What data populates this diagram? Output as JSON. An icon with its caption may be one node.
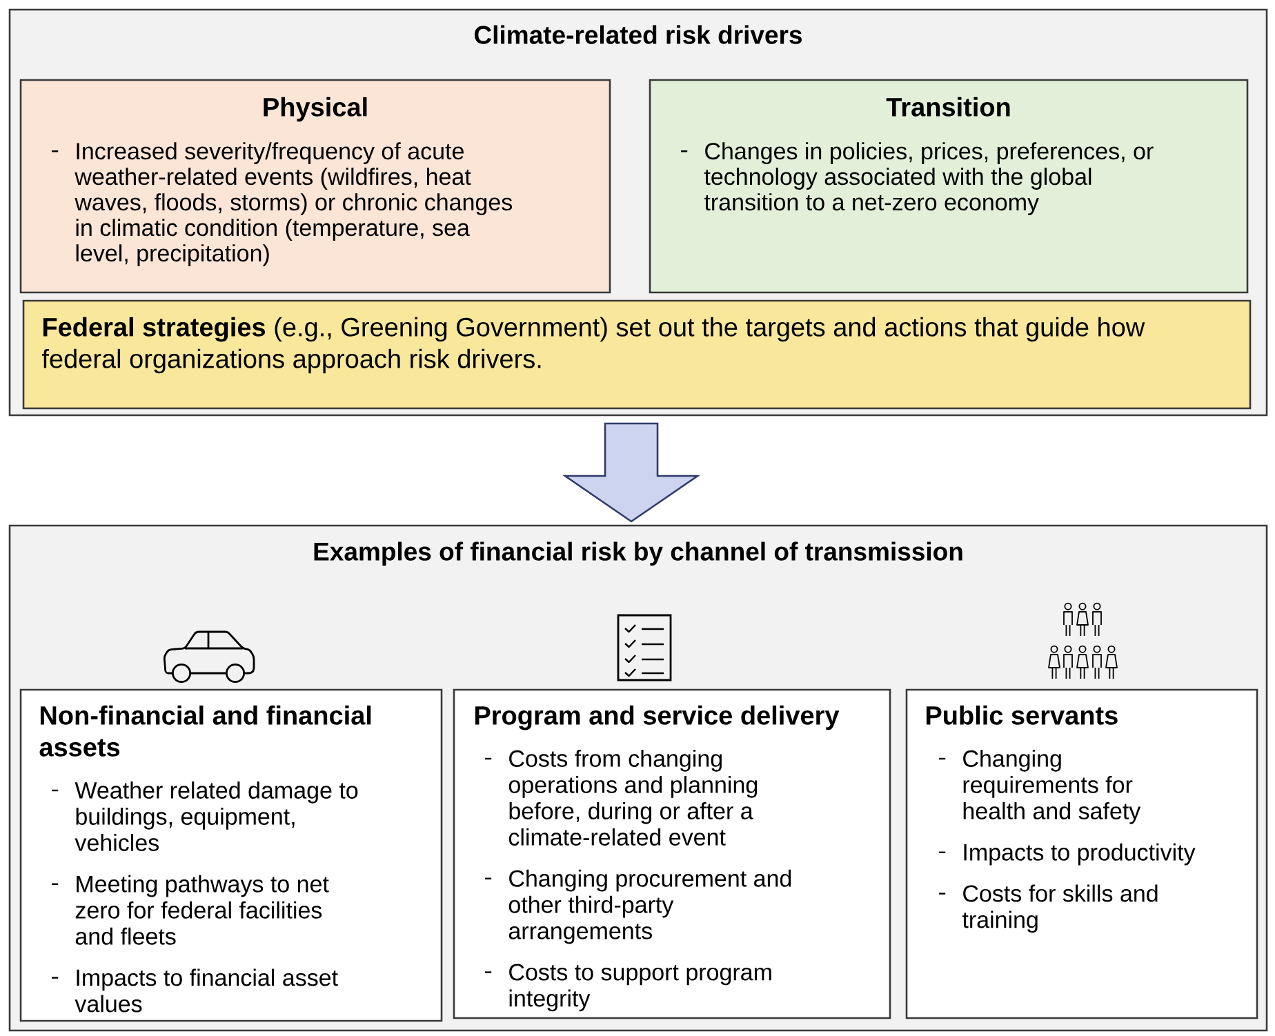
{
  "diagram": {
    "nodes": [
      {
        "text": [
          "Climate-related risk drivers"
        ]
      },
      {
        "text": [
          "Physical",
          "Increased severity/frequency of acute weather-related events (wildfires, heat waves, floods, storms) or chronic changes in climatic condition (temperature, sea level, precipitation)"
        ],
        "in": 0
      },
      {
        "text": [
          "Transition",
          "Changes in policies, prices, preferences, or technology associated with the global transition to a net-zero economy"
        ],
        "in": 0
      },
      {
        "text": [
          "**Federal strategies** (e.g., Greening Government) set out the targets and actions that guide how federal organizations approach risk drivers."
        ],
        "in": 0
      },
      {
        "text": [
          "Examples of financial risk by channel of transmission"
        ]
      },
      {
        "text": [
          "Non-financial and financial assets",
          "Weather related damage to buildings, equipment, vehicles",
          "Meeting pathways to net zero for federal facilities and fleets",
          "Impacts to financial asset values"
        ],
        "in": 4
      },
      {
        "text": [
          "Program and service delivery",
          "Costs from changing operations and planning before, during or after a climate-related event",
          "Changing procurement and other third-party arrangements",
          "Costs to support program integrity"
        ],
        "in": 4
      },
      {
        "text": [
          "Public servants",
          "Changing requirements for health and safety",
          "Impacts to productivity",
          "Costs for skills and training"
        ],
        "in": 4
      }
    ],
    "edges": [
      {
        "from": 0,
        "to": 4,
        "arrow": "to"
      }
    ]
  }
}
